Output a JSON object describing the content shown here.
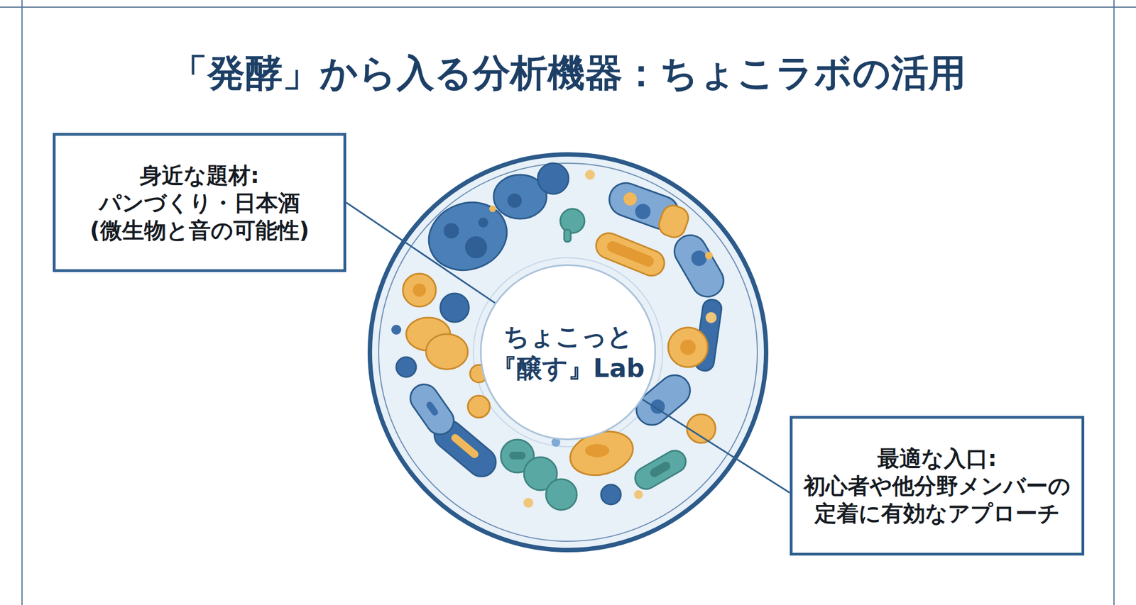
{
  "diagram": {
    "title": "「発酵」から入る分析機器：ちょこラボの活用",
    "nodes": [
      {
        "text": [
          "身近な題材:",
          "パンづくり・日本酒 (微生物と音の可能性)"
        ]
      },
      {
        "text": [
          "ちょこっと 『醸す』Lab"
        ]
      },
      {
        "text": [
          "最適な入口:",
          "初心者や他分野メンバーの 定着に有効なアプローチ"
        ]
      }
    ],
    "edges": [
      {
        "from": 0,
        "to": 1,
        "arrow": "none"
      },
      {
        "from": 2,
        "to": 1,
        "arrow": "none"
      }
    ]
  }
}
